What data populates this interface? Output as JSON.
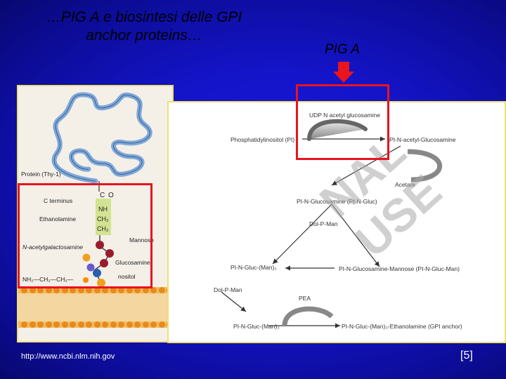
{
  "slide": {
    "title_line1": "…PIG A e biosintesi delle GPI",
    "title_line2": "anchor proteins…",
    "pig_label": "PIG A",
    "source": "http://www.ncbi.nlm.nih.gov",
    "reference": "[5]"
  },
  "left_figure": {
    "protein": "Protein (Thy-1)",
    "c_terminus": "C terminus",
    "ethanolamine": "Ethanolamine",
    "mannose": "Mannose",
    "nacetyl": "N-acetylgalactosamine",
    "glucosamine": "Glucosamine",
    "inositol": "nositol",
    "chem_c": "C",
    "chem_o": "O",
    "chem_nh": "NH",
    "chem_ch2a": "CH₂",
    "chem_ch2b": "CH₂",
    "chem_chain": "NH₂—CH₂—CH₂—"
  },
  "pathway": {
    "udp": "UDP N acetyl glucosamine",
    "pi": "Phosphatidylinositol (PI)",
    "pi_nacetyl": "PI-N-acetyl-Glucosamine",
    "acetate": "Acetate",
    "pi_nglucosamine": "PI-N-Glucosamine (PI-N-Gluc)",
    "dol_p_man_1": "Dol-P-Man",
    "pi_gluc_man2": "PI-N-Gluc-(Man)₂",
    "pi_gluc_mannose": "PI-N-Glucosamine-Mannose (PI-N-Gluc-Man)",
    "dol_p_man_2": "Dol-P-Man",
    "pea": "PEA",
    "pi_gluc_man3": "PI-N-Gluc-(Man)₃",
    "pi_gluc_man3_eth": "PI-N-Gluc-(Man)₃-Ethanolamine (GPI anchor)"
  },
  "watermark": {
    "text": "NAL USE"
  },
  "colors": {
    "accent_red": "#e8141e",
    "background_blue": "#1414c8",
    "panel_border": "#f0e070"
  }
}
